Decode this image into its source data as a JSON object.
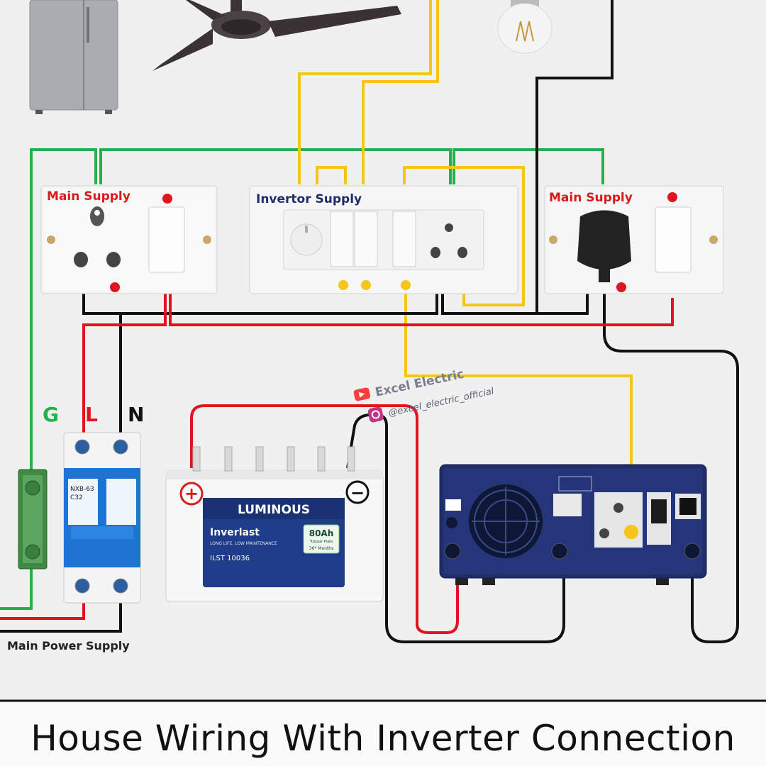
{
  "title": "House Wiring With Inverter Connection",
  "labels": {
    "main_supply_left": "Main Supply",
    "invertor_supply": "Invertor Supply",
    "main_supply_right": "Main Supply",
    "ground": "G",
    "live": "L",
    "neutral": "N",
    "main_power_supply": "Main Power Supply"
  },
  "watermark": {
    "brand": "Excel Electric",
    "handle": "@excel_electric_official"
  },
  "battery": {
    "brand": "LUMINOUS",
    "model": "Inverlast",
    "tagline": "LONG LIFE, LOW MAINTENANCE",
    "capacity": "80Ah",
    "capacity_sub": "Tubular Plate",
    "warranty": "36* Months",
    "part": "ILST 10036",
    "plus": "+",
    "minus": "−"
  },
  "mcb": {
    "model": "NXB-63",
    "rating": "C32"
  },
  "colors": {
    "ground_wire": "#22b14c",
    "live_wire": "#e0141e",
    "neutral_wire": "#111111",
    "inverter_wire": "#f5c518",
    "inverter_body": "#1f2d6b"
  }
}
